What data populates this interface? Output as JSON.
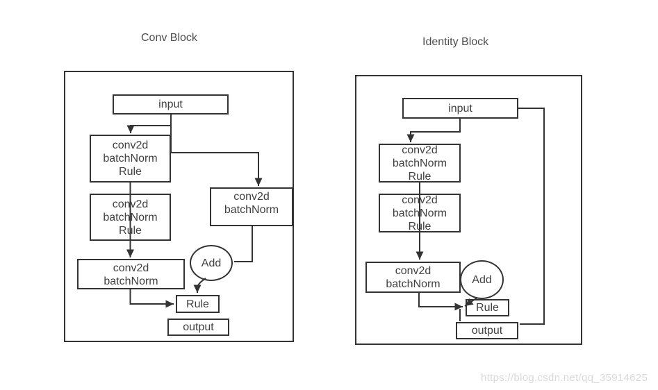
{
  "colors": {
    "line": "#333333",
    "box_border": "#333333",
    "text": "#404040",
    "title": "#4d4d4d",
    "watermark": "#d9d9d9"
  },
  "watermark": "https://blog.csdn.net/qq_35914625",
  "conv_block": {
    "title": "Conv Block",
    "nodes": {
      "input": "input",
      "conv1": [
        "conv2d",
        "batchNorm",
        "Rule"
      ],
      "conv2": [
        "conv2d",
        "batchNorm",
        "Rule"
      ],
      "conv3": [
        "conv2d",
        "batchNorm"
      ],
      "shortcut": [
        "conv2d",
        "batchNorm"
      ],
      "add": "Add",
      "rule": "Rule",
      "output": "output"
    }
  },
  "identity_block": {
    "title": "Identity Block",
    "nodes": {
      "input": "input",
      "conv1": [
        "conv2d",
        "batchNorm",
        "Rule"
      ],
      "conv2": [
        "conv2d",
        "batchNorm",
        "Rule"
      ],
      "conv3": [
        "conv2d",
        "batchNorm"
      ],
      "add": "Add",
      "rule": "Rule",
      "output": "output"
    }
  }
}
